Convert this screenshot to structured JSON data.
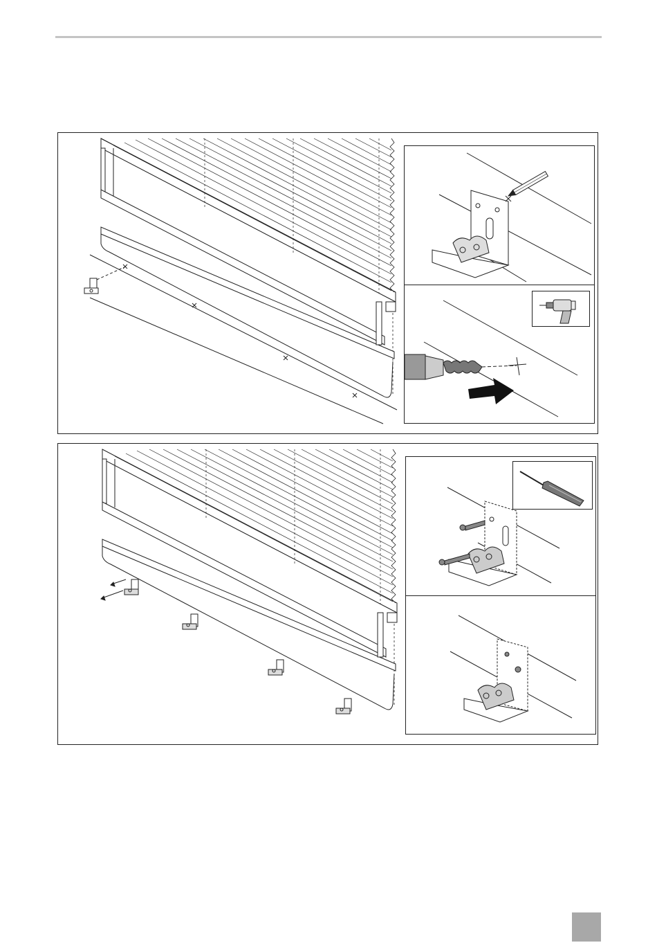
{
  "page": {
    "page_number": ""
  },
  "figures": [
    {
      "name": "mark-and-drill",
      "details": [
        {
          "name": "mark-hole-detail",
          "tool": "pencil"
        },
        {
          "name": "drill-hole-detail",
          "tool": "drill"
        }
      ]
    },
    {
      "name": "screw-brackets",
      "details": [
        {
          "name": "screw-bracket-detail",
          "tool": "screwdriver"
        },
        {
          "name": "bracket-mounted-detail",
          "tool": ""
        }
      ]
    }
  ],
  "colors": {
    "line": "#222222",
    "frame": "#222222",
    "header_rule": "#c4c4c4",
    "page_badge": "#a8a8a8",
    "arrow": "#111111"
  },
  "icons": [
    "pencil-icon",
    "drill-icon",
    "screwdriver-icon",
    "screw-icon",
    "mounting-bracket-icon",
    "direction-arrow-icon"
  ]
}
